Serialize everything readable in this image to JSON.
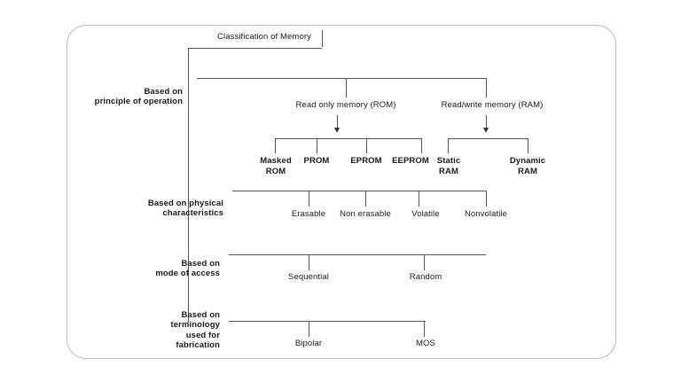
{
  "diagram": {
    "title": "Classification of Memory",
    "type": "tree-classification-chart",
    "frame_color": "#b9b9b9",
    "line_color": "#555555",
    "text_color": "#1a1a1a",
    "background": "#ffffff",
    "branches": [
      {
        "id": "principle-of-operation",
        "label": "Based on\nprinciple of operation",
        "children": [
          {
            "id": "rom",
            "label": "Read only memory (ROM)",
            "children": [
              {
                "id": "masked-rom",
                "label": "Masked\nROM"
              },
              {
                "id": "prom",
                "label": "PROM"
              },
              {
                "id": "eprom",
                "label": "EPROM"
              },
              {
                "id": "eeprom",
                "label": "EEPROM"
              }
            ]
          },
          {
            "id": "ram",
            "label": "Read/write memory (RAM)",
            "children": [
              {
                "id": "static-ram",
                "label": "Static\nRAM"
              },
              {
                "id": "dynamic-ram",
                "label": "Dynamic\nRAM"
              }
            ]
          }
        ]
      },
      {
        "id": "physical-characteristics",
        "label": "Based on physical\ncharacteristics",
        "children": [
          {
            "id": "erasable",
            "label": "Erasable"
          },
          {
            "id": "non-erasable",
            "label": "Non erasable"
          },
          {
            "id": "volatile",
            "label": "Volatile"
          },
          {
            "id": "nonvolatile",
            "label": "Nonvolatile"
          }
        ]
      },
      {
        "id": "mode-of-access",
        "label": "Based on\nmode of access",
        "children": [
          {
            "id": "sequential",
            "label": "Sequential"
          },
          {
            "id": "random",
            "label": "Random"
          }
        ]
      },
      {
        "id": "terminology-fabrication",
        "label": "Based on\nterminology\nused for\nfabrication",
        "children": [
          {
            "id": "bipolar",
            "label": "Bipolar"
          },
          {
            "id": "mos",
            "label": "MOS"
          }
        ]
      }
    ]
  },
  "labels": {
    "title": "Classification of Memory",
    "principle": "Based on\nprinciple of operation",
    "rom": "Read only memory (ROM)",
    "ram": "Read/write memory (RAM)",
    "masked_rom": "Masked\nROM",
    "prom": "PROM",
    "eprom": "EPROM",
    "eeprom": "EEPROM",
    "static_ram": "Static\nRAM",
    "dynamic_ram": "Dynamic\nRAM",
    "physical": "Based on physical\ncharacteristics",
    "erasable": "Erasable",
    "non_erasable": "Non erasable",
    "volatile": "Volatile",
    "nonvolatile": "Nonvolatile",
    "mode_access": "Based on\nmode of access",
    "sequential": "Sequential",
    "random": "Random",
    "terminology": "Based on\nterminology\nused for\nfabrication",
    "bipolar": "Bipolar",
    "mos": "MOS"
  }
}
